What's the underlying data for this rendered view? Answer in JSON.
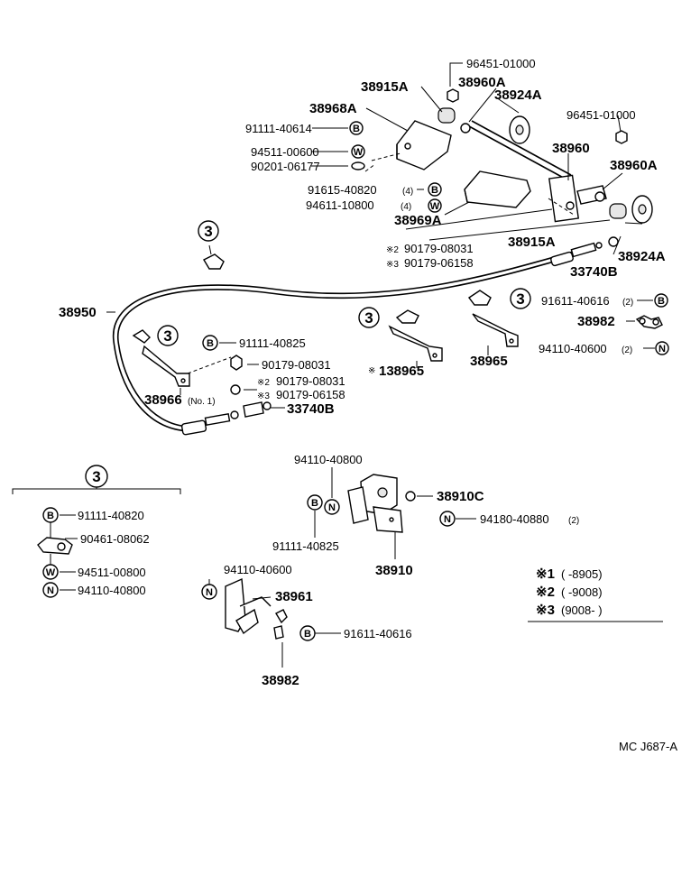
{
  "labels": {
    "p96451_top": "96451-01000",
    "p38915A_top": "38915A",
    "p38960A_top": "38960A",
    "p38924A_top": "38924A",
    "p38968A": "38968A",
    "p91111_40614": "91111-40614",
    "p94511_00600": "94511-00600",
    "p90201_06177": "90201-06177",
    "p96451_right": "96451-01000",
    "p38960": "38960",
    "p38960A_right": "38960A",
    "p91615_40820": "91615-40820",
    "p91615_qty": "(4)",
    "p94611_10800": "94611-10800",
    "p94611_qty": "(4)",
    "p38969A": "38969A",
    "p38915A_right": "38915A",
    "p38924A_right": "38924A",
    "n2_90179": "90179-08031",
    "n3_90179": "90179-06158",
    "p33740B_top": "33740B",
    "p38950": "38950",
    "p91611_40616_r": "91611-40616",
    "p91611_qty": "(2)",
    "p38982_r": "38982",
    "p94110_40600_r": "94110-40600",
    "p94110_qty": "(2)",
    "p91111_40825_mid": "91111-40825",
    "p90179_08031_mid": "90179-08031",
    "n2_90179_mid": "90179-08031",
    "n3_90179_mid": "90179-06158",
    "p33740B_mid": "33740B",
    "p38966": "38966",
    "p38966_note": "(No. 1)",
    "p138965": "138965",
    "p38965": "38965",
    "p91111_40820": "91111-40820",
    "p90461_08062": "90461-08062",
    "p94511_00800": "94511-00800",
    "p94110_40800_l": "94110-40800",
    "p94110_40800_c": "94110-40800",
    "p38910C": "38910C",
    "p94180_40880": "94180-40880",
    "p94180_qty": "(2)",
    "p91111_40825_c": "91111-40825",
    "p38910": "38910",
    "p94110_40600_c": "94110-40600",
    "p38961": "38961",
    "p91611_40616_c": "91611-40616",
    "p38982_c": "38982"
  },
  "marks": {
    "star": "※",
    "star2": "※2",
    "star3": "※3",
    "detail": "3",
    "B": "B",
    "W": "W",
    "N": "N"
  },
  "legend": {
    "rows": [
      {
        "mark": "※1",
        "range": "(        -8905)"
      },
      {
        "mark": "※2",
        "range": "(        -9008)"
      },
      {
        "mark": "※3",
        "range": "(9008-        )"
      }
    ]
  },
  "footer": {
    "code": "MC J687-A"
  }
}
